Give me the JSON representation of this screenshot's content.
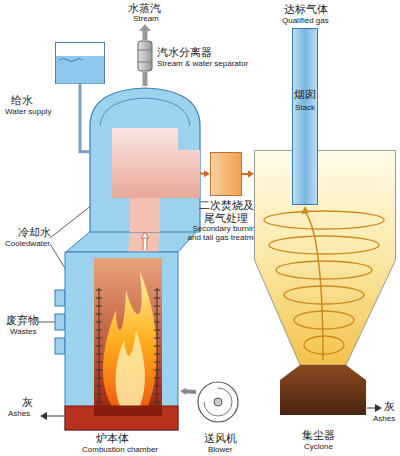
{
  "diagram": {
    "nodes": [
      {
        "text": [
          "汽水分离器",
          "Stream & water separator"
        ]
      },
      {
        "text": [
          "烟囱",
          "Stack"
        ]
      },
      {
        "text": [
          "给水",
          "Water supply"
        ]
      },
      {
        "text": [
          "冷却水",
          "Cooledwater"
        ]
      },
      {
        "text": [
          "二次焚烧及 尾气处理",
          "Secondary burning and tail gas treatment"
        ]
      },
      {
        "text": [
          "炉本体",
          "Combustion chamber"
        ]
      },
      {
        "text": [
          "送风机",
          "Blower"
        ]
      },
      {
        "text": [
          "集尘器",
          "Cyclone"
        ]
      }
    ],
    "edges": [
      {
        "from": 3,
        "to": 0,
        "arrow": "none"
      },
      {
        "from": 2,
        "to": 3,
        "arrow": "none"
      },
      {
        "from": 3,
        "to": 4,
        "arrow": "to"
      },
      {
        "from": 4,
        "to": 7,
        "arrow": "to"
      },
      {
        "from": 5,
        "to": 3,
        "arrow": "to"
      },
      {
        "from": 6,
        "to": 5,
        "arrow": "to"
      }
    ],
    "labels": [
      "水蒸汽",
      "Stream",
      "达标气体",
      "Qualified gas",
      "废弃物",
      "Wastes",
      "灰",
      "Ashes",
      "灰",
      "Ashes"
    ]
  }
}
